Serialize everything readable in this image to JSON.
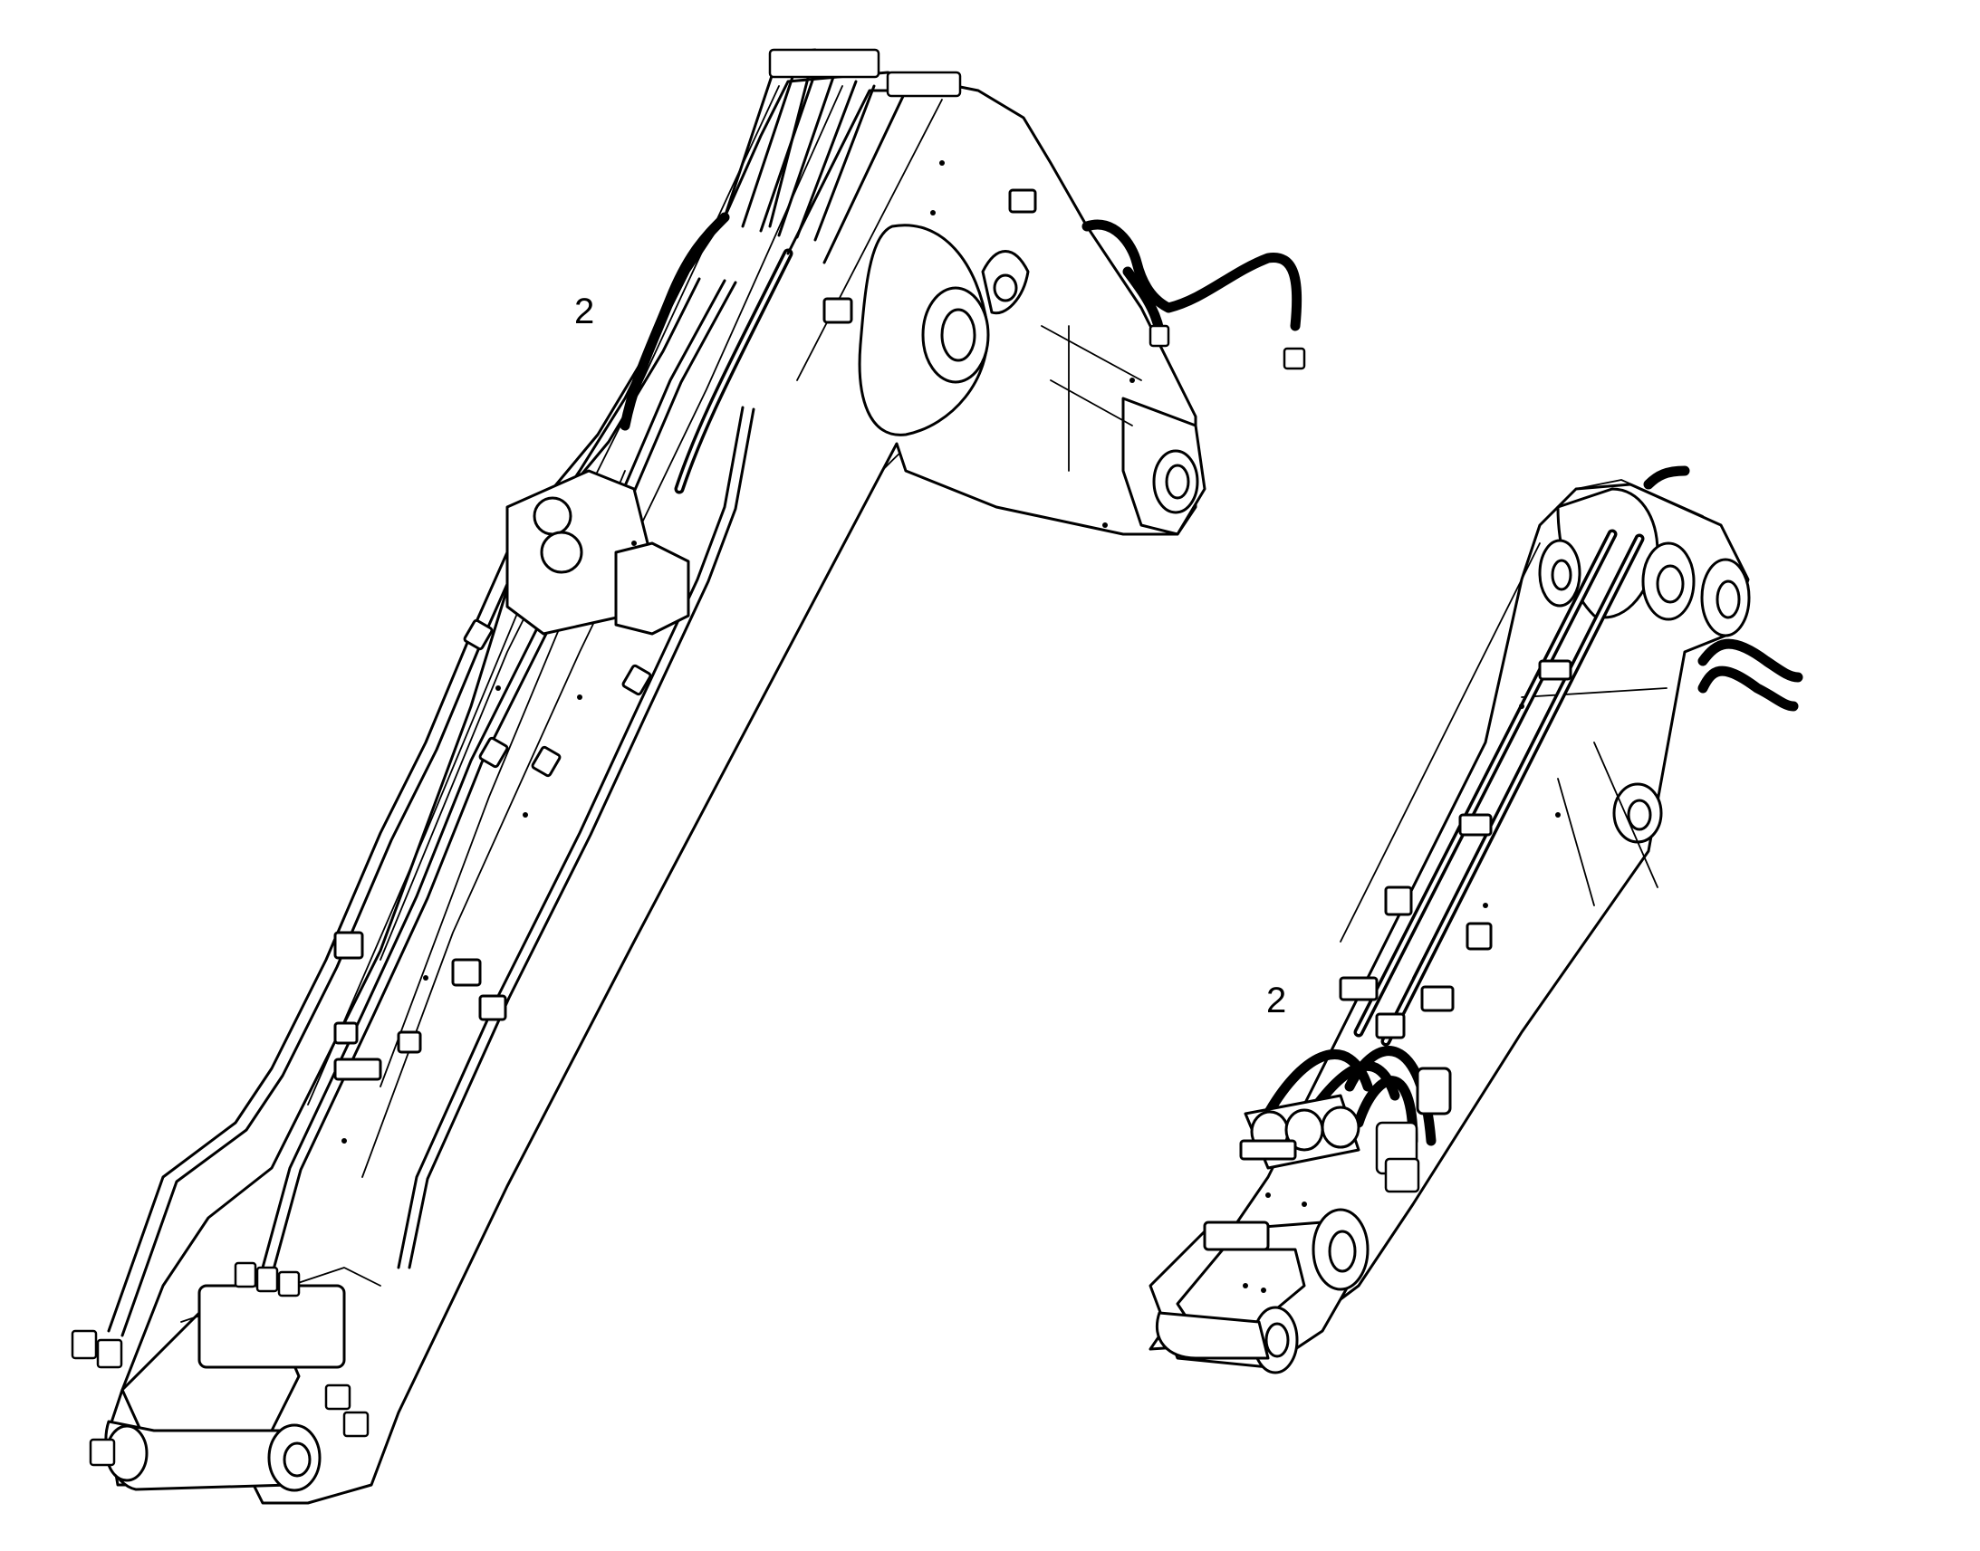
{
  "callouts": [
    {
      "id": "boom",
      "label": "2"
    },
    {
      "id": "arm",
      "label": "2"
    }
  ],
  "colors": {
    "line": "#000000",
    "background": "#ffffff"
  }
}
